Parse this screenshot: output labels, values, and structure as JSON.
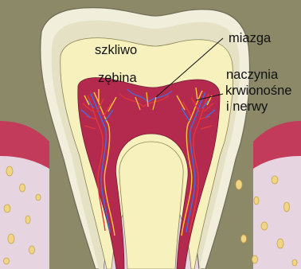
{
  "labels": {
    "enamel": "szkliwo",
    "dentin": "zębina",
    "pulp": "miazga",
    "vessels_line1": "naczynia",
    "vessels_line2": "krwionośne",
    "vessels_line3": "i nerwy"
  },
  "colors": {
    "background": "#8c8968",
    "enamel": "#f1efdc",
    "dentin": "#f7f1bd",
    "pulp": "#b42a4f",
    "gum": "#c23b5a",
    "bone": "#e6d5e1",
    "bone_pore": "#f1d585",
    "nerve": "#ffc83a",
    "vessel_red": "#e23838",
    "vessel_blue": "#3e6fe0"
  }
}
